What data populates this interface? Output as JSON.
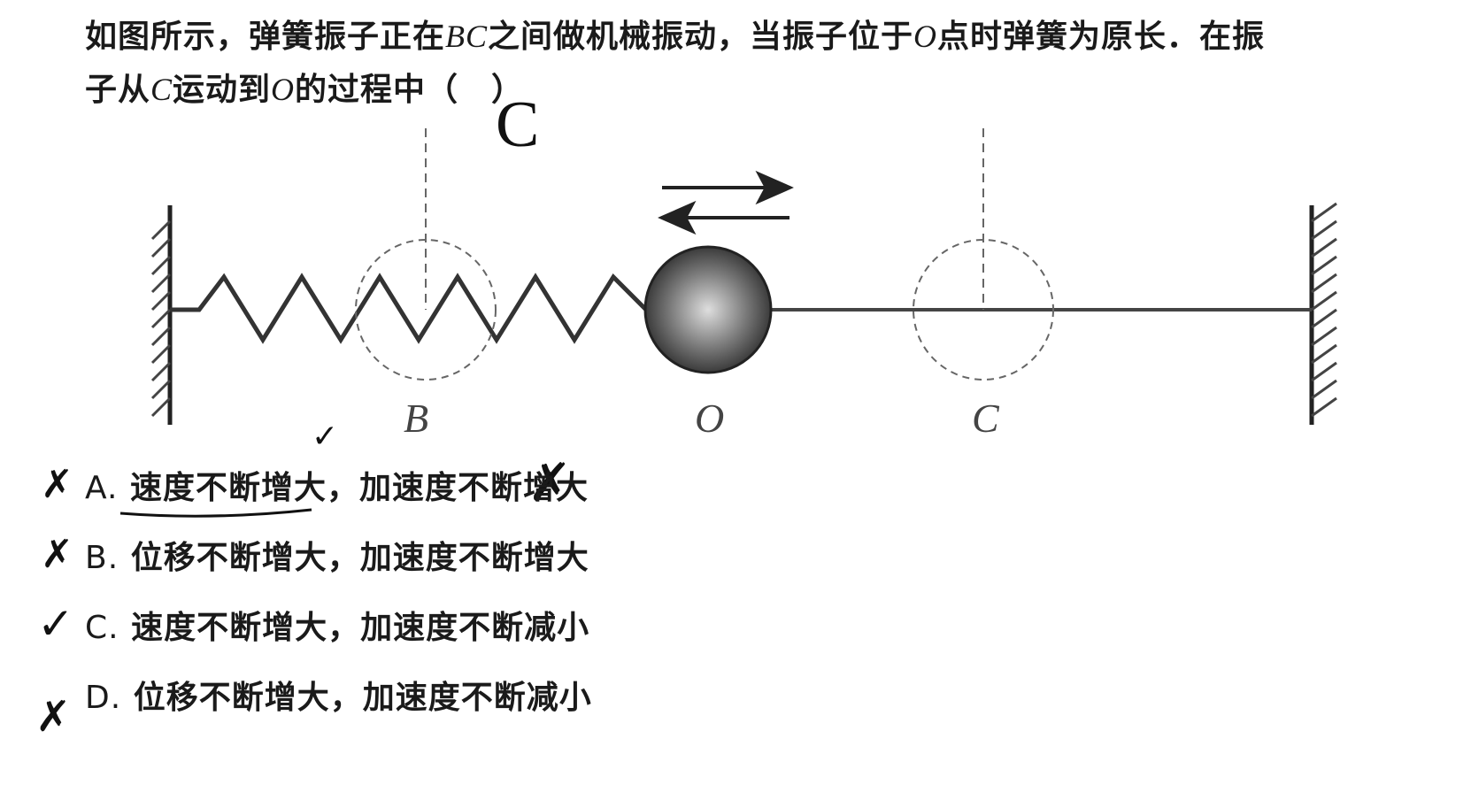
{
  "question": {
    "line1_pre": "如图所示，弹簧振子正在",
    "line1_var1": "BC",
    "line1_mid": "之间做机械振动，当振子位于",
    "line1_var2": "O",
    "line1_post": "点时弹簧为原长．在振",
    "line2_pre": "子从",
    "line2_var1": "C",
    "line2_mid": "运动到",
    "line2_var2": "O",
    "line2_post": "的过程中（　）"
  },
  "figure": {
    "label_b": "B",
    "label_o": "O",
    "label_c": "C"
  },
  "options": [
    {
      "letter": "A.",
      "text": "速度不断增大，加速度不断增大"
    },
    {
      "letter": "B.",
      "text": "位移不断增大，加速度不断增大"
    },
    {
      "letter": "C.",
      "text": "速度不断增大，加速度不断减小"
    },
    {
      "letter": "D.",
      "text": "位移不断增大，加速度不断减小"
    }
  ],
  "handwriting": {
    "answer": "C",
    "mark_a": "✗",
    "mark_b": "✗",
    "mark_c": "✓",
    "mark_d": "✗",
    "tick_small": "✓"
  }
}
